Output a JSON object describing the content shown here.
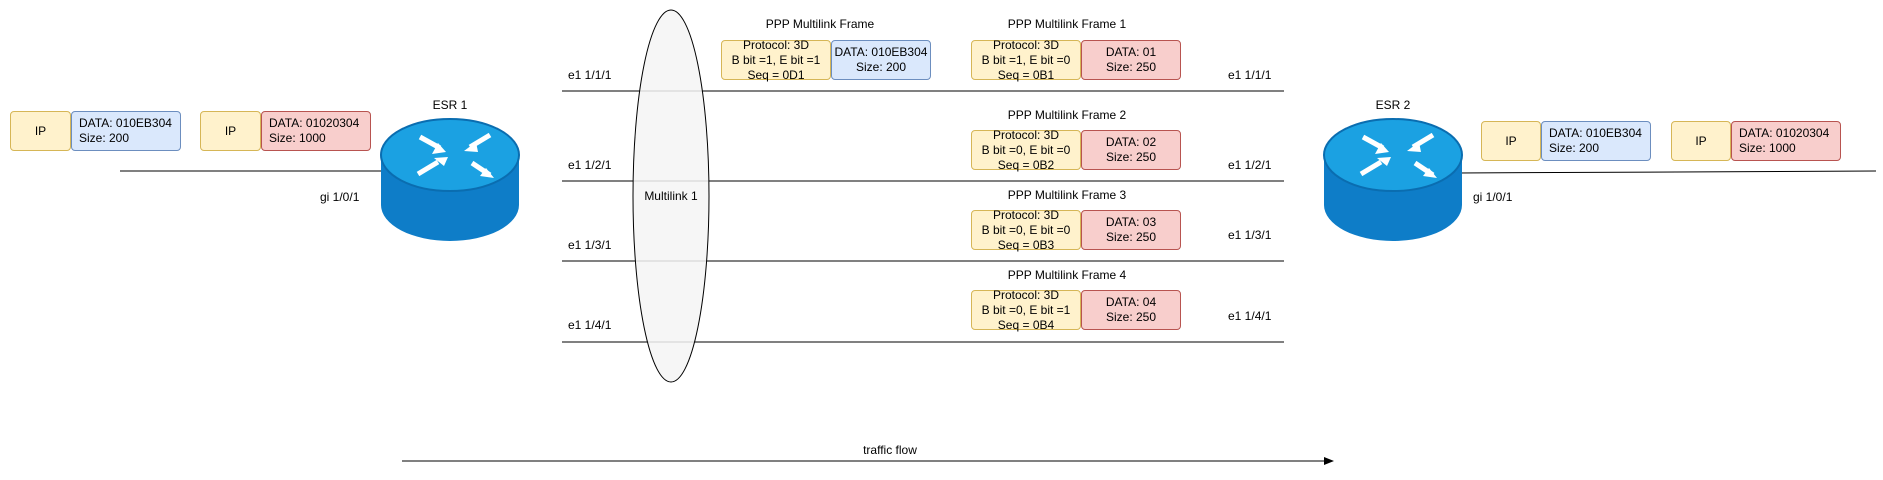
{
  "routers": {
    "esr1": {
      "name": "ESR 1",
      "port": "gi 1/0/1"
    },
    "esr2": {
      "name": "ESR 2",
      "port": "gi 1/0/1"
    }
  },
  "left_packets": [
    {
      "header": "IP",
      "data_line1": "DATA: 010EB304",
      "data_line2": "Size: 200"
    },
    {
      "header": "IP",
      "data_line1": "DATA: 01020304",
      "data_line2": "Size: 1000"
    }
  ],
  "right_packets": [
    {
      "header": "IP",
      "data_line1": "DATA: 010EB304",
      "data_line2": "Size: 200"
    },
    {
      "header": "IP",
      "data_line1": "DATA: 01020304",
      "data_line2": "Size: 1000"
    }
  ],
  "multilink": {
    "label": "Multilink 1"
  },
  "links": [
    {
      "left": "e1 1/1/1",
      "right": "e1 1/1/1"
    },
    {
      "left": "e1 1/2/1",
      "right": "e1 1/2/1"
    },
    {
      "left": "e1 1/3/1",
      "right": "e1 1/3/1"
    },
    {
      "left": "e1 1/4/1",
      "right": "e1 1/4/1"
    }
  ],
  "original_frame": {
    "title": "PPP Multilink Frame",
    "header": [
      "Protocol: 3D",
      "B bit =1, E bit =1",
      "Seq = 0D1"
    ],
    "data": [
      "DATA: 010EB304",
      "Size: 200"
    ]
  },
  "frames": [
    {
      "title": "PPP Multilink Frame 1",
      "header": [
        "Protocol: 3D",
        "B bit =1, E bit =0",
        "Seq = 0B1"
      ],
      "data": [
        "DATA: 01",
        "Size: 250"
      ]
    },
    {
      "title": "PPP Multilink Frame 2",
      "header": [
        "Protocol: 3D",
        "B bit =0, E bit =0",
        "Seq = 0B2"
      ],
      "data": [
        "DATA: 02",
        "Size: 250"
      ]
    },
    {
      "title": "PPP Multilink Frame 3",
      "header": [
        "Protocol: 3D",
        "B bit =0, E bit =0",
        "Seq = 0B3"
      ],
      "data": [
        "DATA: 03",
        "Size: 250"
      ]
    },
    {
      "title": "PPP Multilink Frame 4",
      "header": [
        "Protocol: 3D",
        "B bit =0, E bit =1",
        "Seq = 0B4"
      ],
      "data": [
        "DATA: 04",
        "Size: 250"
      ]
    }
  ],
  "traffic_flow": {
    "label": "traffic flow"
  },
  "colors": {
    "header_fill": "#fff2cc",
    "header_stroke": "#d6b656",
    "data_fill": "#dae8fc",
    "data_stroke": "#6c8ebf",
    "frag_fill": "#f8cecc",
    "frag_stroke": "#b85450",
    "router_top": "#1ba1e2",
    "router_body": "#0e7dc8"
  }
}
